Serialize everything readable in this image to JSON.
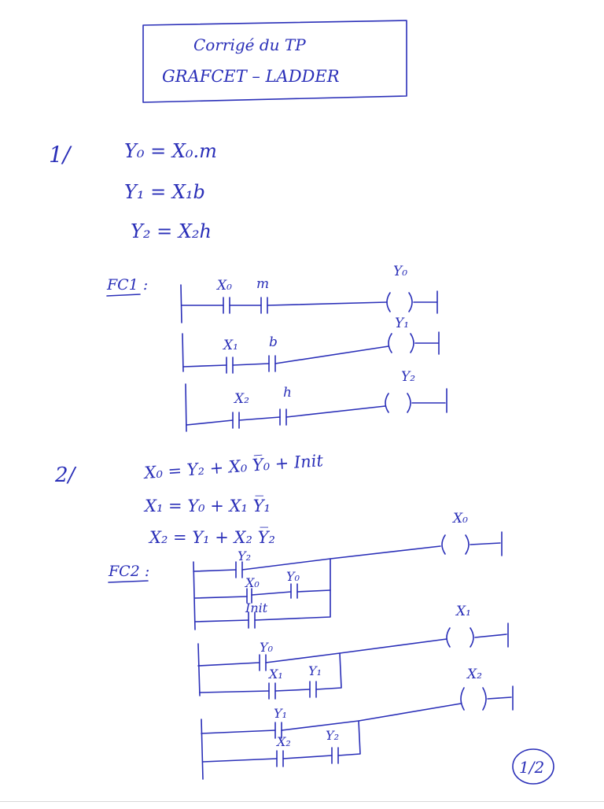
{
  "title": {
    "line1": "Corrigé du TP",
    "line2": "GRAFCET – LADDER"
  },
  "part1": {
    "label": "1/",
    "equations": [
      "Y₀ = X₀.m",
      "Y₁ = X₁b",
      "Y₂ = X₂h"
    ]
  },
  "fc1": {
    "label": "FC1 :",
    "rungs": [
      {
        "contacts": [
          "X₀",
          "m"
        ],
        "coil": "Y₀"
      },
      {
        "contacts": [
          "X₁",
          "b"
        ],
        "coil": "Y₁"
      },
      {
        "contacts": [
          "X₂",
          "h"
        ],
        "coil": "Y₂"
      }
    ]
  },
  "part2": {
    "label": "2/",
    "equations": [
      "X₀ = Y₂ + X₀ Y̅₀ + Init",
      "X₁ = Y₀ + X₁ Y̅₁",
      "X₂ = Y₁ + X₂ Y̅₂"
    ]
  },
  "fc2": {
    "label": "FC2 :",
    "rungs": [
      {
        "coil": "X₀",
        "branches": [
          [
            "Y₂"
          ],
          [
            "X₀",
            "Y₀"
          ],
          [
            "Init"
          ]
        ]
      },
      {
        "coil": "X₁",
        "branches": [
          [
            "Y₀"
          ],
          [
            "X₁",
            "Y₁"
          ]
        ]
      },
      {
        "coil": "X₂",
        "branches": [
          [
            "Y₁"
          ],
          [
            "X₂",
            "Y₂"
          ]
        ]
      }
    ]
  },
  "page_number": "1/2",
  "colors": {
    "ink": "#2a2fb8",
    "paper": "#ffffff"
  }
}
